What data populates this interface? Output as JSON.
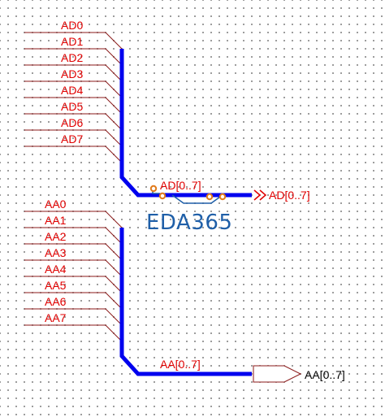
{
  "colors": {
    "wire": "#8b1a1a",
    "bus": "#0000ee",
    "label": "#e00000",
    "port_text_out": "#000000",
    "junction": "#e07a1a",
    "logo": "#1f5fa8"
  },
  "nets_ad": [
    "AD0",
    "AD1",
    "AD2",
    "AD3",
    "AD4",
    "AD5",
    "AD6",
    "AD7"
  ],
  "nets_aa": [
    "AA0",
    "AA1",
    "AA2",
    "AA3",
    "AA4",
    "AA5",
    "AA6",
    "AA7"
  ],
  "bus_ad_label": "AD[0..7]",
  "bus_aa_label": "AA[0..7]",
  "port_ad_label": "AD[0..7]",
  "port_aa_label": "AA[0..7]",
  "watermark": "EDA365"
}
